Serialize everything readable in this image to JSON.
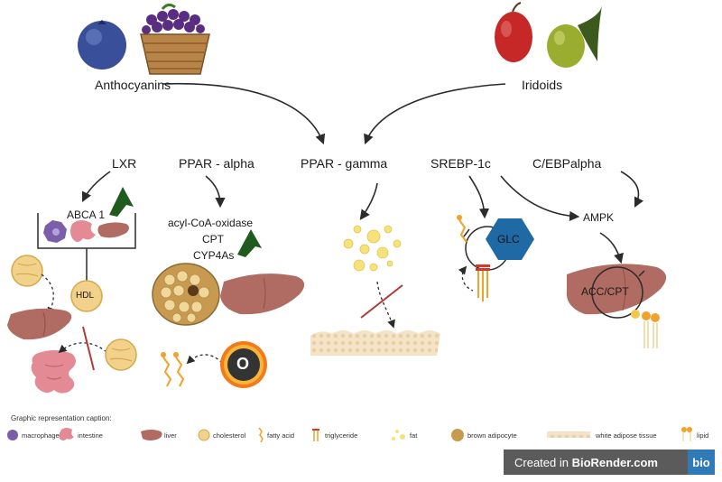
{
  "sources": {
    "left": "Anthocyanins",
    "right": "Iridoids"
  },
  "targets": {
    "lxr": "LXR",
    "ppar_alpha": "PPAR - alpha",
    "ppar_gamma": "PPAR - gamma",
    "srebp": "SREBP-1c",
    "cebp": "C/EBPalpha"
  },
  "labels": {
    "abca1": "ABCA 1",
    "hdl": "HDL",
    "acyl": "acyl-CoA-oxidase",
    "cpt": "CPT",
    "cyp": "CYP4As",
    "glc": "GLC",
    "ampk": "AMPK",
    "acc_cpt": "ACC/CPT",
    "o_symbol": "O"
  },
  "legend": {
    "title": "Graphic representation caption:",
    "items": [
      "macrophage",
      "intestine",
      "liver",
      "cholesterol",
      "fatty acid",
      "triglyceride",
      "fat",
      "brown adipocyte",
      "white adipose tissue",
      "lipid"
    ]
  },
  "badge": {
    "prefix": "Created in ",
    "brand": "BioRender.com",
    "logo": "bio"
  },
  "colors": {
    "arrow": "#2b2b2b",
    "up_arrow": "#1f5b1f",
    "liver": "#b06c62",
    "cholesterol": "#f2d28a",
    "glc_hex": "#1f6aa5",
    "fat": "#f5e27a"
  }
}
